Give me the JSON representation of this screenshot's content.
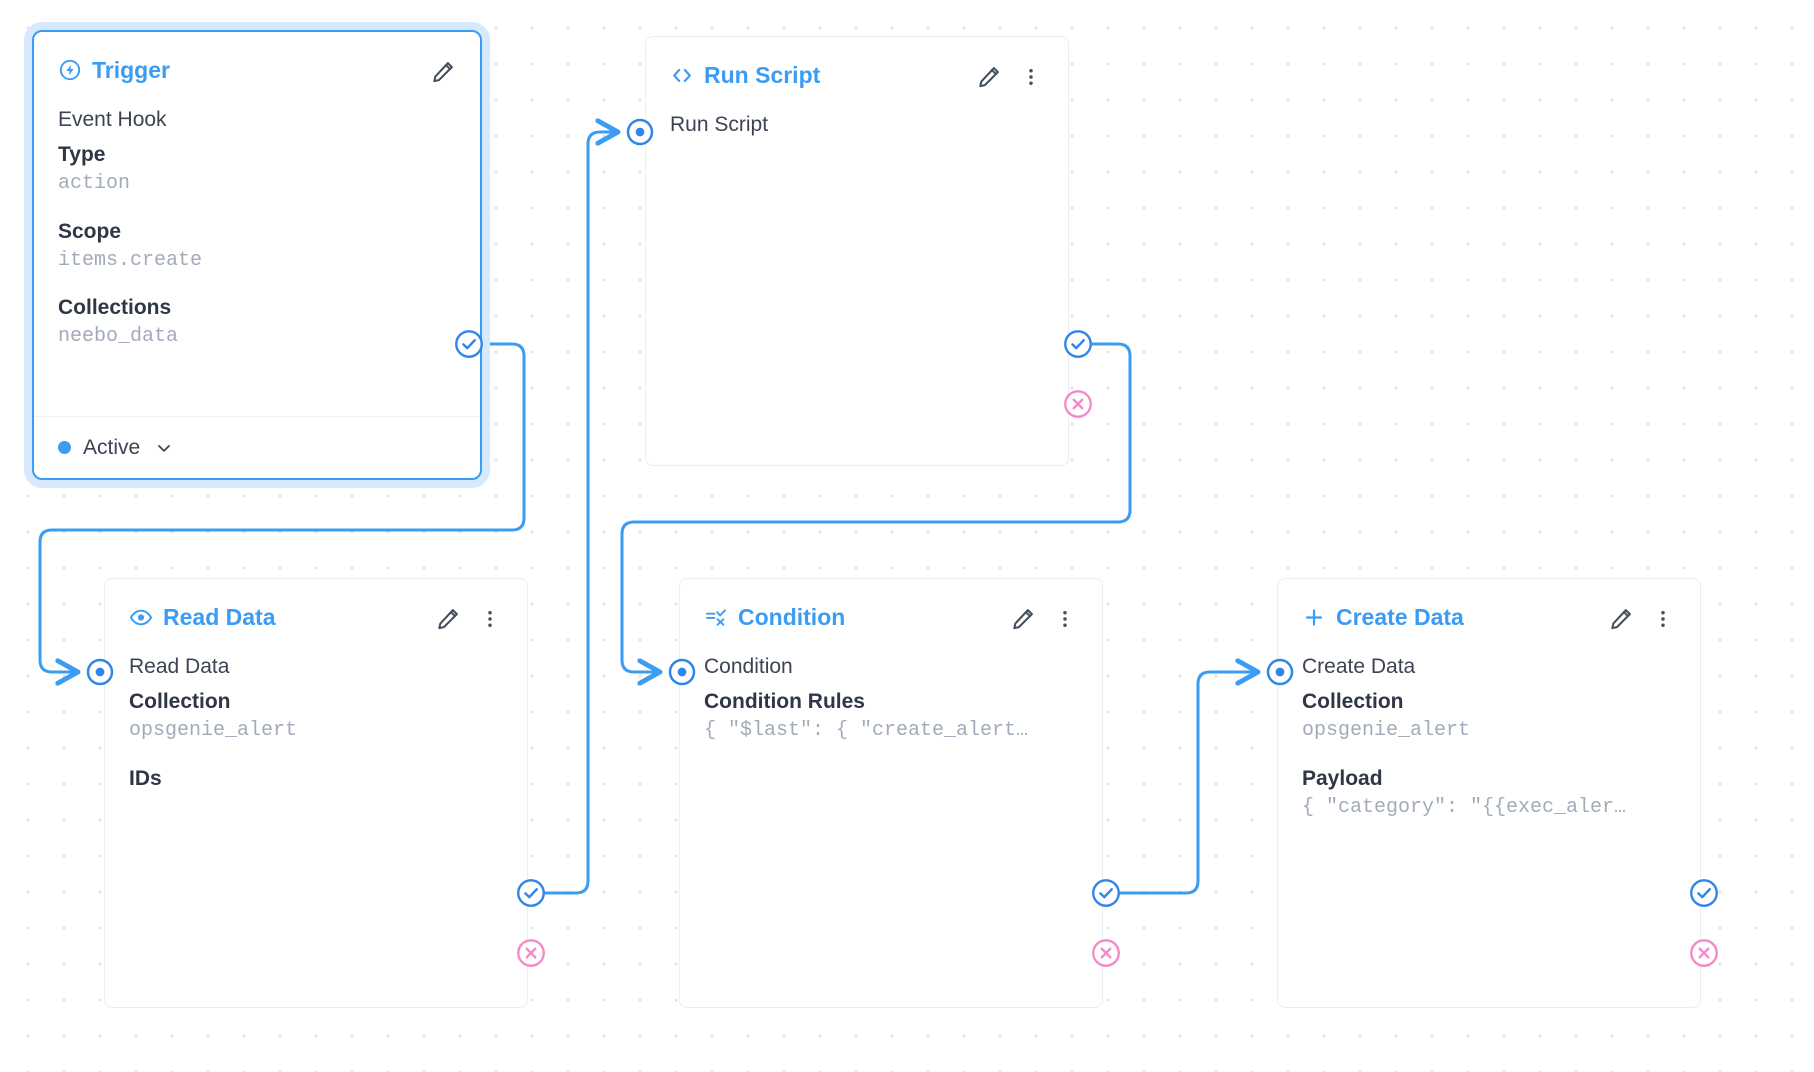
{
  "app": {
    "canvas_label": "flow-canvas",
    "accent_color": "#3b9cf3",
    "error_color": "#f58ac8",
    "muted_color": "#a2abba",
    "grid": "dotted"
  },
  "nodes": [
    {
      "key": "trigger",
      "title": "Trigger",
      "icon": "bolt-circle-icon",
      "selected": true,
      "has_menu": false,
      "has_edit": true,
      "rows": [
        {
          "type": "name",
          "text": "Event Hook"
        },
        {
          "type": "label",
          "text": "Type"
        },
        {
          "type": "value",
          "text": "action"
        },
        {
          "type": "label",
          "text": "Scope"
        },
        {
          "type": "value",
          "text": "items.create"
        },
        {
          "type": "label",
          "text": "Collections"
        },
        {
          "type": "value",
          "text": "neebo_data"
        }
      ],
      "footer": {
        "status": "Active",
        "chevron": "chevron-down-icon"
      }
    },
    {
      "key": "run-script",
      "title": "Run Script",
      "icon": "code-brackets-icon",
      "selected": false,
      "has_menu": true,
      "has_edit": true,
      "rows": [
        {
          "type": "name",
          "text": "Run Script"
        }
      ]
    },
    {
      "key": "read-data",
      "title": "Read Data",
      "icon": "eye-icon",
      "selected": false,
      "has_menu": true,
      "has_edit": true,
      "rows": [
        {
          "type": "name",
          "text": "Read Data"
        },
        {
          "type": "label",
          "text": "Collection"
        },
        {
          "type": "value",
          "text": "opsgenie_alert"
        },
        {
          "type": "label",
          "text": "IDs"
        }
      ]
    },
    {
      "key": "condition",
      "title": "Condition",
      "icon": "rule-filter-icon",
      "selected": false,
      "has_menu": true,
      "has_edit": true,
      "rows": [
        {
          "type": "name",
          "text": "Condition"
        },
        {
          "type": "label",
          "text": "Condition Rules"
        },
        {
          "type": "value",
          "text": "{ \"$last\": { \"create_alert…"
        }
      ]
    },
    {
      "key": "create-data",
      "title": "Create Data",
      "icon": "plus-icon",
      "selected": false,
      "has_menu": true,
      "has_edit": true,
      "rows": [
        {
          "type": "name",
          "text": "Create Data"
        },
        {
          "type": "label",
          "text": "Collection"
        },
        {
          "type": "value",
          "text": "opsgenie_alert"
        },
        {
          "type": "label",
          "text": "Payload"
        },
        {
          "type": "value",
          "text": "{ \"category\": \"{{exec_aler…"
        }
      ]
    }
  ],
  "handles": {
    "success_icon": "check-circle-icon",
    "reject_icon": "x-circle-icon",
    "target_icon": "target-dot-icon"
  }
}
